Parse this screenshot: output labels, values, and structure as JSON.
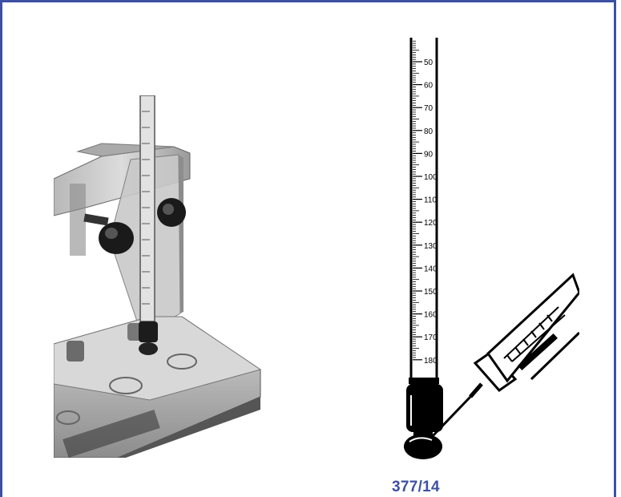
{
  "figure": {
    "caption": "377/14",
    "accent_color": "#3d50a3",
    "scale_ticks": [
      "50",
      "60",
      "70",
      "80",
      "90",
      "100",
      "110",
      "120",
      "130",
      "140",
      "150",
      "160",
      "170",
      "180"
    ]
  }
}
